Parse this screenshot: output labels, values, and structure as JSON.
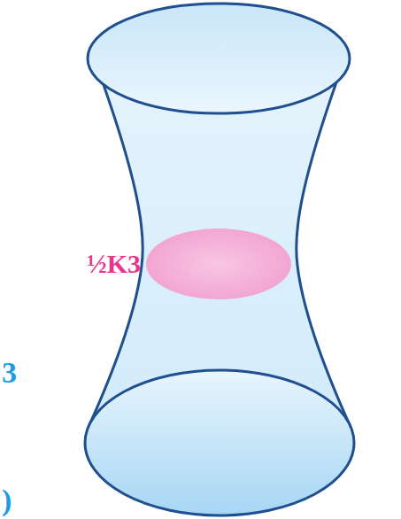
{
  "diagram": {
    "nodes": [
      {
        "text": [
          "½K3"
        ]
      }
    ],
    "labels": [
      "3",
      ")"
    ]
  }
}
